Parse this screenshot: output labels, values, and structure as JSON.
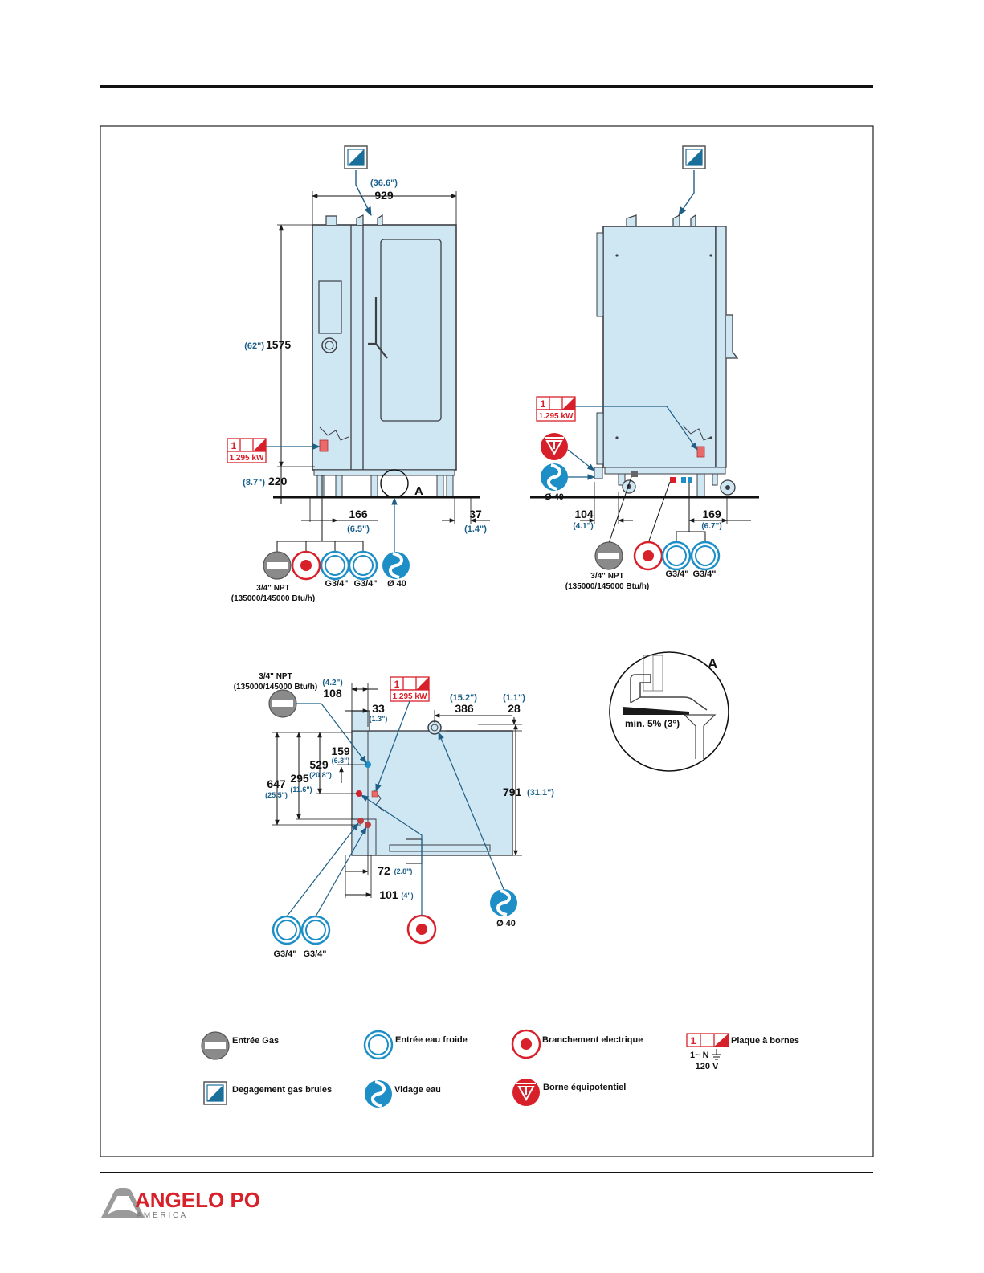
{
  "colors": {
    "machine_fill": "#cfe6f3",
    "machine_stroke": "#3c3f44",
    "accent_blue": "#1d8fc6",
    "accent_red": "#d8202a",
    "gas_gray": "#8a8a8a",
    "dim_blue": "#1a5f8a",
    "brand_red": "#d8202a"
  },
  "front_view": {
    "width_in": "(36.6\")",
    "width_mm": "929",
    "height_in": "(62\")",
    "height_mm": "1575",
    "foot_in": "(8.7\")",
    "foot_mm": "220",
    "dim_166": "166",
    "dim_166_in": "(6.5\")",
    "dim_37": "37",
    "dim_37_in": "(1.4\")",
    "detail_ref": "A",
    "terminal_power": "1.295 kW",
    "terminal_number": "1",
    "gas_label": "3/4\" NPT",
    "gas_btu": "(135000/145000 Btu/h)",
    "water1": "G3/4\"",
    "water2": "G3/4\"",
    "drain": "Ø 40"
  },
  "side_view": {
    "terminal_power": "1.295 kW",
    "terminal_number": "1",
    "drain": "Ø 40",
    "dim_104": "104",
    "dim_104_in": "(4.1\")",
    "dim_169": "169",
    "dim_169_in": "(6.7\")",
    "gas_label": "3/4\" NPT",
    "gas_btu": "(135000/145000 Btu/h)",
    "water1": "G3/4\"",
    "water2": "G3/4\""
  },
  "top_view": {
    "gas_label": "3/4\" NPT",
    "gas_btu": "(135000/145000 Btu/h)",
    "dim_108_in": "(4.2\")",
    "dim_108": "108",
    "dim_33": "33",
    "dim_33_in": "(1.3\")",
    "terminal_power": "1.295 kW",
    "terminal_number": "1",
    "dim_386_in": "(15.2\")",
    "dim_386": "386",
    "dim_28_in": "(1.1\")",
    "dim_28": "28",
    "dim_159": "159",
    "dim_159_in": "(6.3\")",
    "dim_529": "529",
    "dim_529_in": "(20.8\")",
    "dim_295": "295",
    "dim_295_in": "(11.6\")",
    "dim_647": "647",
    "dim_647_in": "(25.5\")",
    "dim_791": "791",
    "dim_791_in": "(31.1\")",
    "dim_72": "72",
    "dim_72_in": "(2.8\")",
    "dim_101": "101",
    "dim_101_in": "(4\")",
    "water1": "G3/4\"",
    "water2": "G3/4\"",
    "drain": "Ø 40"
  },
  "detail_a": {
    "ref": "A",
    "slope": "min. 5% (3°)"
  },
  "legend": {
    "gas_inlet": "Entrée Gas",
    "cold_water": "Entrée eau froide",
    "electrical": "Branchement electrique",
    "terminal_board": "Plaque à bornes",
    "terminal_number": "1",
    "terminal_phase": "1~ N",
    "terminal_voltage": "120 V",
    "flue": "Degagement gas brules",
    "drain": "Vidage eau",
    "equipotential": "Borne équipotentiel"
  },
  "brand": {
    "name": "ANGELO PO",
    "sub": "A M E R I C A"
  }
}
